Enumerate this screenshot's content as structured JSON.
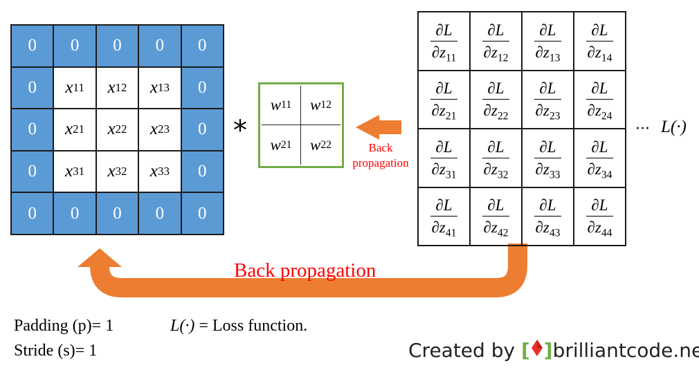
{
  "input_grid": {
    "rows": [
      [
        "0",
        "0",
        "0",
        "0",
        "0"
      ],
      [
        "0",
        "x11",
        "x12",
        "x13",
        "0"
      ],
      [
        "0",
        "x21",
        "x22",
        "x23",
        "0"
      ],
      [
        "0",
        "x31",
        "x32",
        "x33",
        "0"
      ],
      [
        "0",
        "0",
        "0",
        "0",
        "0"
      ]
    ],
    "pad_color": "#5b9bd5"
  },
  "operator": "*",
  "kernel": [
    [
      "w11",
      "w12"
    ],
    [
      "w21",
      "w22"
    ]
  ],
  "kernel_border_color": "#70ad47",
  "small_arrow_label": [
    "Back",
    "propagation"
  ],
  "gradient_numerator": "∂L",
  "gradient_grid": [
    [
      "∂z11",
      "∂z12",
      "∂z13",
      "∂z14"
    ],
    [
      "∂z21",
      "∂z22",
      "∂z23",
      "∂z24"
    ],
    [
      "∂z31",
      "∂z32",
      "∂z33",
      "∂z34"
    ],
    [
      "∂z41",
      "∂z42",
      "∂z43",
      "∂z44"
    ]
  ],
  "ellipsis": "···",
  "loss_symbol": "L(·)",
  "big_arrow_label": "Back propagation",
  "arrow_color": "#ed7d31",
  "label_color": "#ff0000",
  "params": {
    "padding": "Padding (p)= 1",
    "stride": "Stride (s)= 1"
  },
  "loss_definition": {
    "symbol": "L(·)",
    "text": " = Loss function."
  },
  "credit": {
    "prefix": "Created by ",
    "open_bracket": "[",
    "close_bracket": "]",
    "site": "brilliantcode.net",
    "logo_icon": "red-diamond-icon"
  }
}
